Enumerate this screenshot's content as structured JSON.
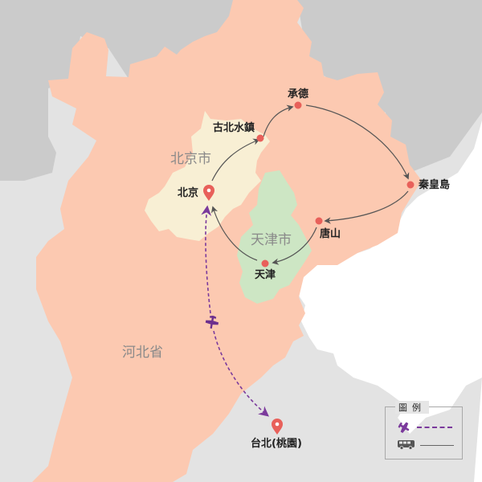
{
  "map": {
    "colors": {
      "sea": "#ffffff",
      "hebei": "#fcc9b1",
      "beijing": "#f8efd4",
      "tianjin": "#cde6c4",
      "neighbor_dark": "#cbcbcb",
      "neighbor_light": "#e3e3e3",
      "marker": "#e8605a",
      "air_route": "#7b3a9c",
      "ground_route": "#555555"
    },
    "regions": {
      "hebei": "河北省",
      "beijing": "北京市",
      "tianjin": "天津市"
    },
    "cities": {
      "beijing": "北京",
      "gubei": "古北水鎮",
      "chengde": "承德",
      "qinhuangdao": "秦皇島",
      "tangshan": "唐山",
      "tianjin": "天津",
      "taipei": "台北(桃園)"
    },
    "legend": {
      "title": "圖例",
      "items": [
        {
          "icon": "airplane-icon",
          "line": "dashed",
          "meaning": "flight"
        },
        {
          "icon": "bus-icon",
          "line": "solid",
          "meaning": "bus"
        }
      ]
    }
  }
}
